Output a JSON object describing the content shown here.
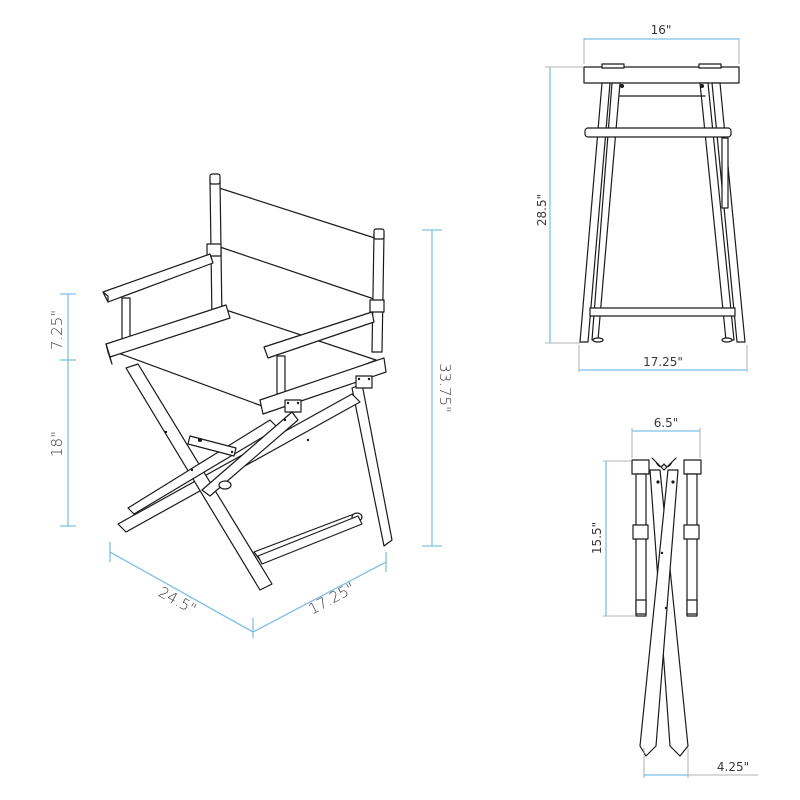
{
  "diagram": {
    "subject": "Director's chair dimension drawing",
    "colors": {
      "dimension_line": "#7fc1e6",
      "outline": "#1a1a1a",
      "label_text": "#3a3a3a",
      "background": "#ffffff"
    },
    "views": {
      "isometric": {
        "dimensions": {
          "back_height_above_armrest": "7.25\"",
          "seat_height": "18\"",
          "total_height": "33.75\"",
          "depth": "24.5\"",
          "width": "17.25\""
        }
      },
      "front": {
        "dimensions": {
          "top_width": "16\"",
          "height": "28.5\"",
          "base_width": "17.25\""
        }
      },
      "folded": {
        "dimensions": {
          "folded_width": "6.5\"",
          "armrest_height": "15.5\"",
          "folded_depth": "4.25\""
        }
      }
    }
  }
}
